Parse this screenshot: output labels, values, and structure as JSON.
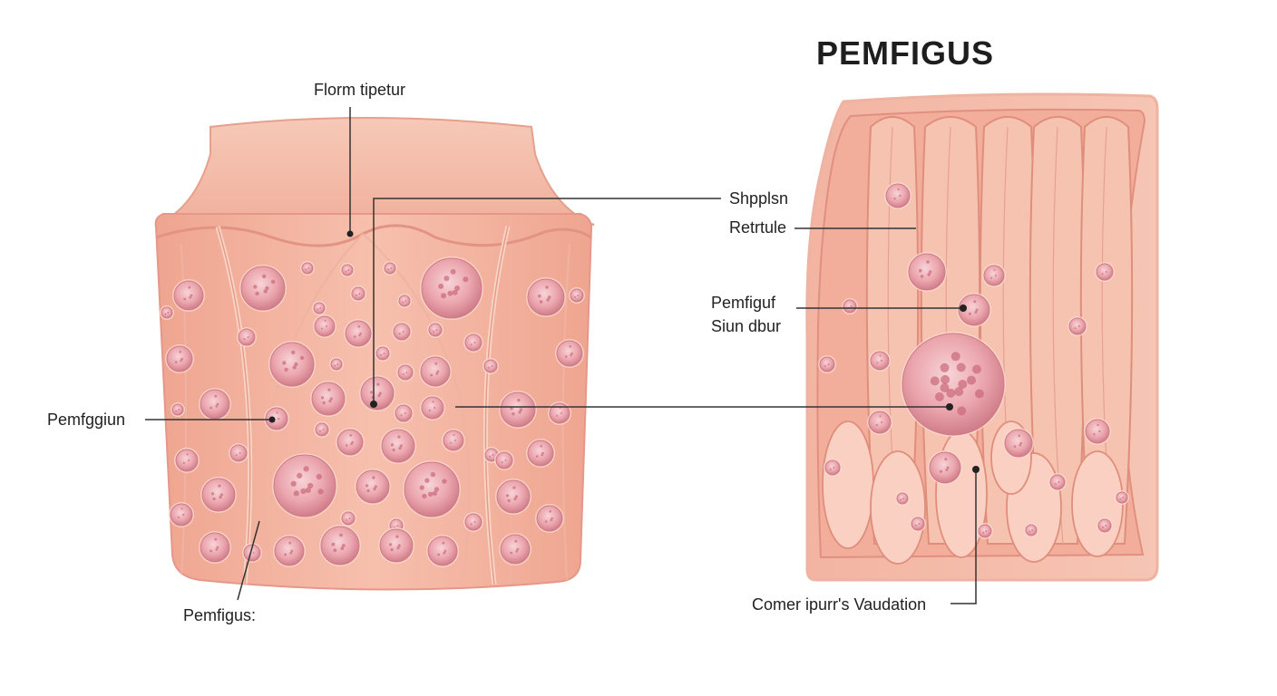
{
  "title": "PEMFIGUS",
  "labels": {
    "top_left": "Florm tipetur",
    "shpplsn": "Shpplsn",
    "retrtule": "Retrtule",
    "pemfiguf": "Pemfiguf",
    "siun_dbur": "Siun dbur",
    "pemfggiun": "Pemfggiun",
    "pemfigus_bottom": "Pemfigus:",
    "comer_vaudation": "Comer ipurr's Vaudation"
  },
  "colors": {
    "tissue_light": "#f6c4b0",
    "tissue_base": "#f1ad98",
    "tissue_edge": "#e08e7c",
    "cyst_fill": "#eaa0a7",
    "cyst_center": "#f7d2d6",
    "cyst_dark": "#c8707d",
    "leader": "#333333"
  }
}
